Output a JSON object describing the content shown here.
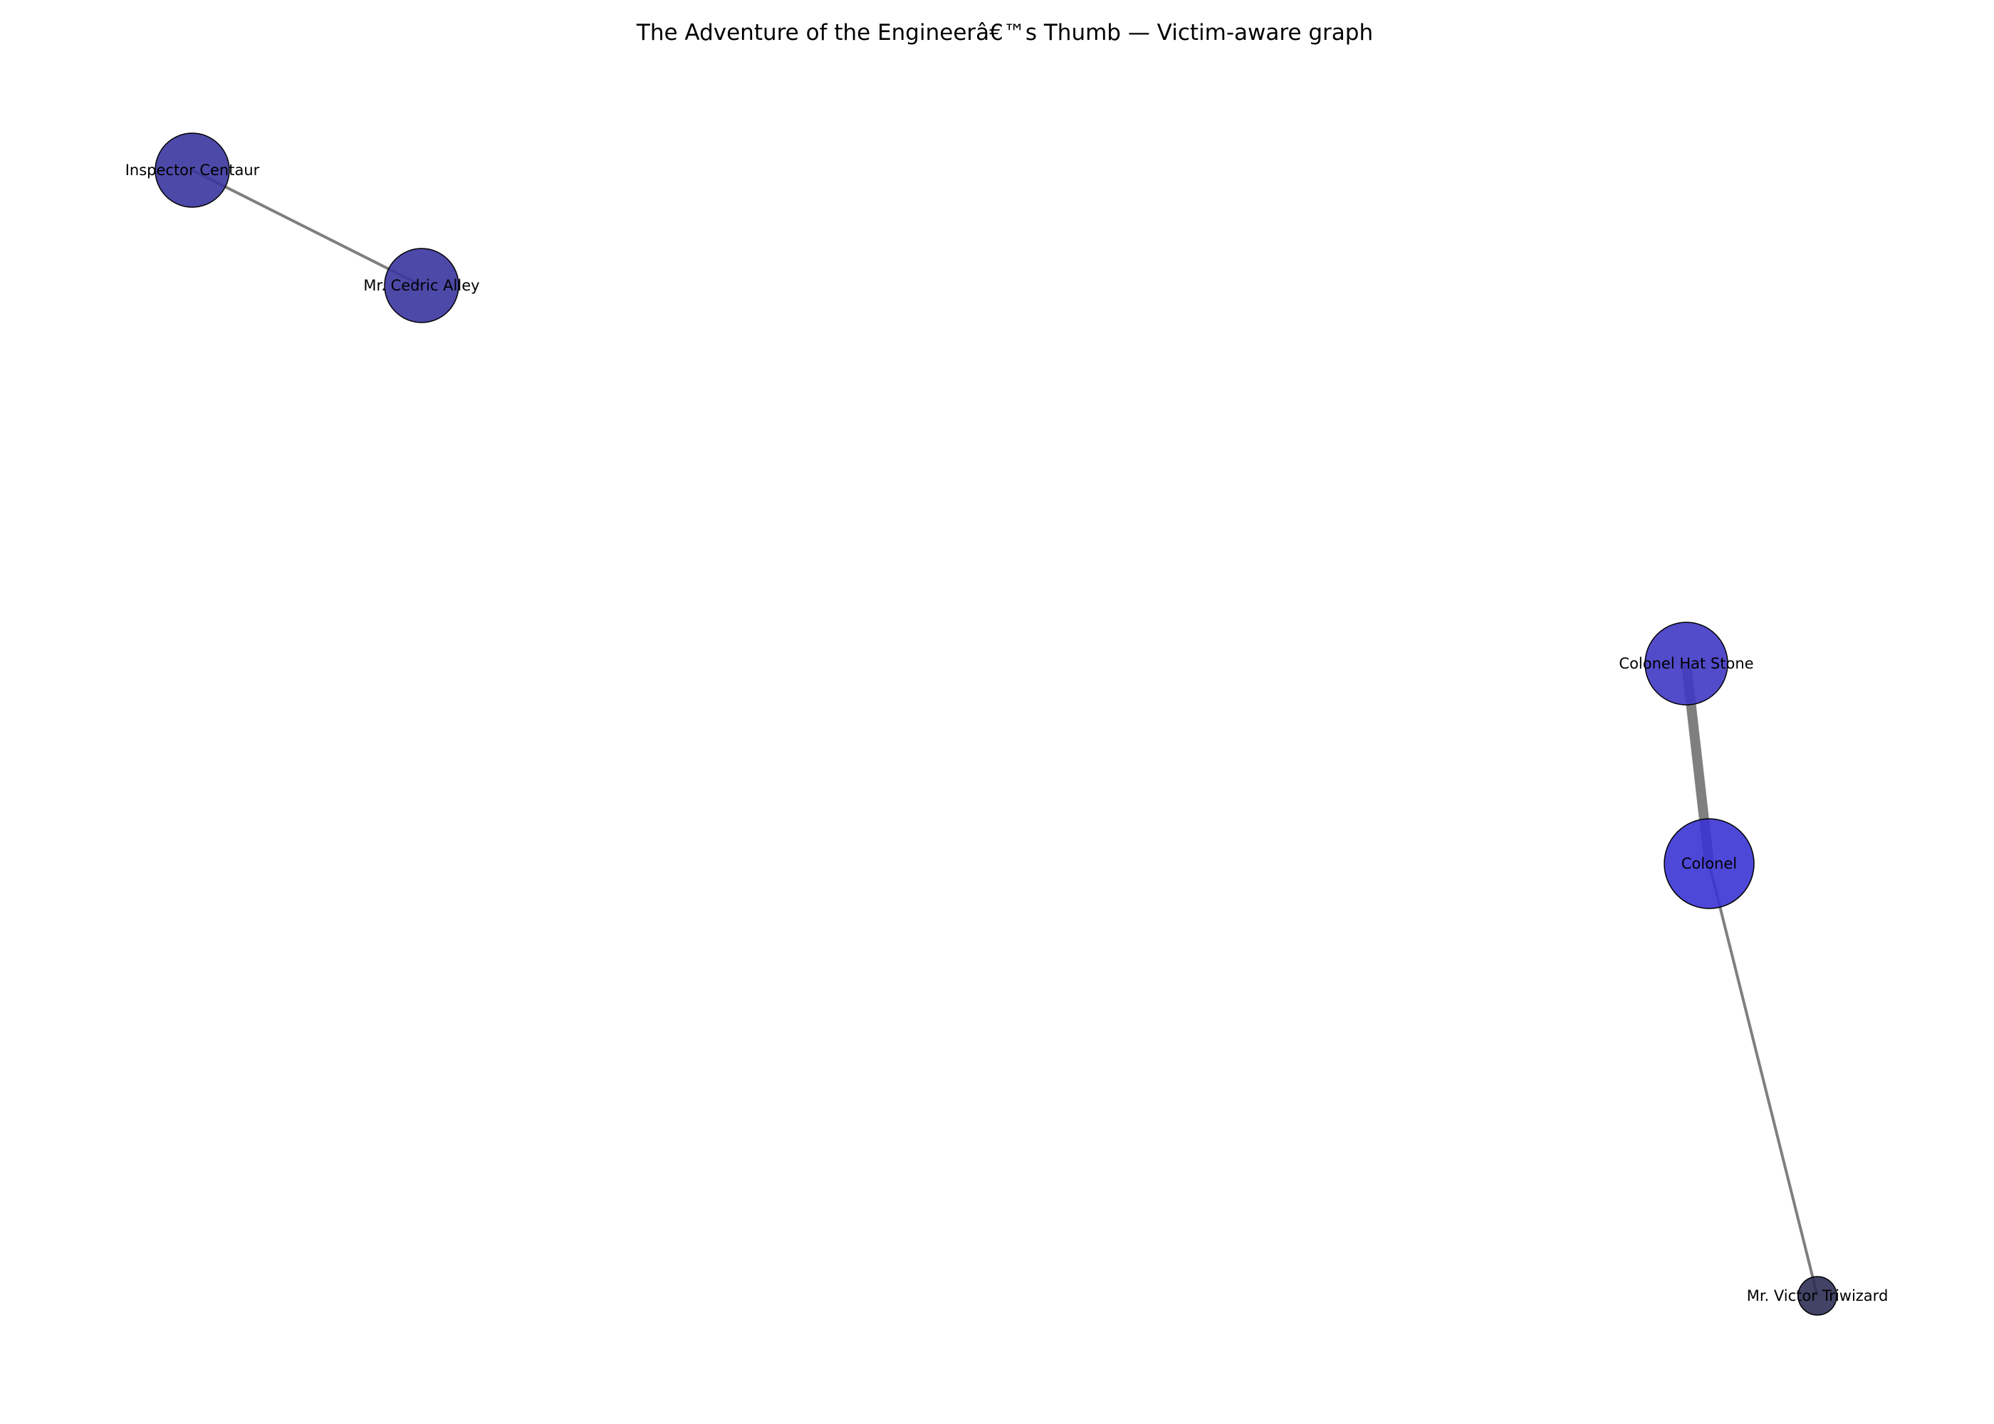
{
  "title": "The Adventure of the Engineerâ€™s Thumb — Victim-aware graph",
  "nodes": [
    {
      "id": "inspector-centaur",
      "label": "Inspector Centaur",
      "color": "#3a359f"
    },
    {
      "id": "mr-cedric-alley",
      "label": "Mr. Cedric Alley",
      "color": "#3a359f"
    },
    {
      "id": "colonel-hat-stone",
      "label": "Colonel Hat Stone",
      "color": "#3f38c4"
    },
    {
      "id": "colonel",
      "label": "Colonel",
      "color": "#3b34d4"
    },
    {
      "id": "mr-victor-triwizard",
      "label": "Mr. Victor Triwizard",
      "color": "#2f2f55"
    }
  ],
  "edges": [
    {
      "source": "inspector-centaur",
      "target": "mr-cedric-alley",
      "weight": 1
    },
    {
      "source": "colonel-hat-stone",
      "target": "colonel",
      "weight": 4
    },
    {
      "source": "colonel",
      "target": "mr-victor-triwizard",
      "weight": 1
    }
  ]
}
